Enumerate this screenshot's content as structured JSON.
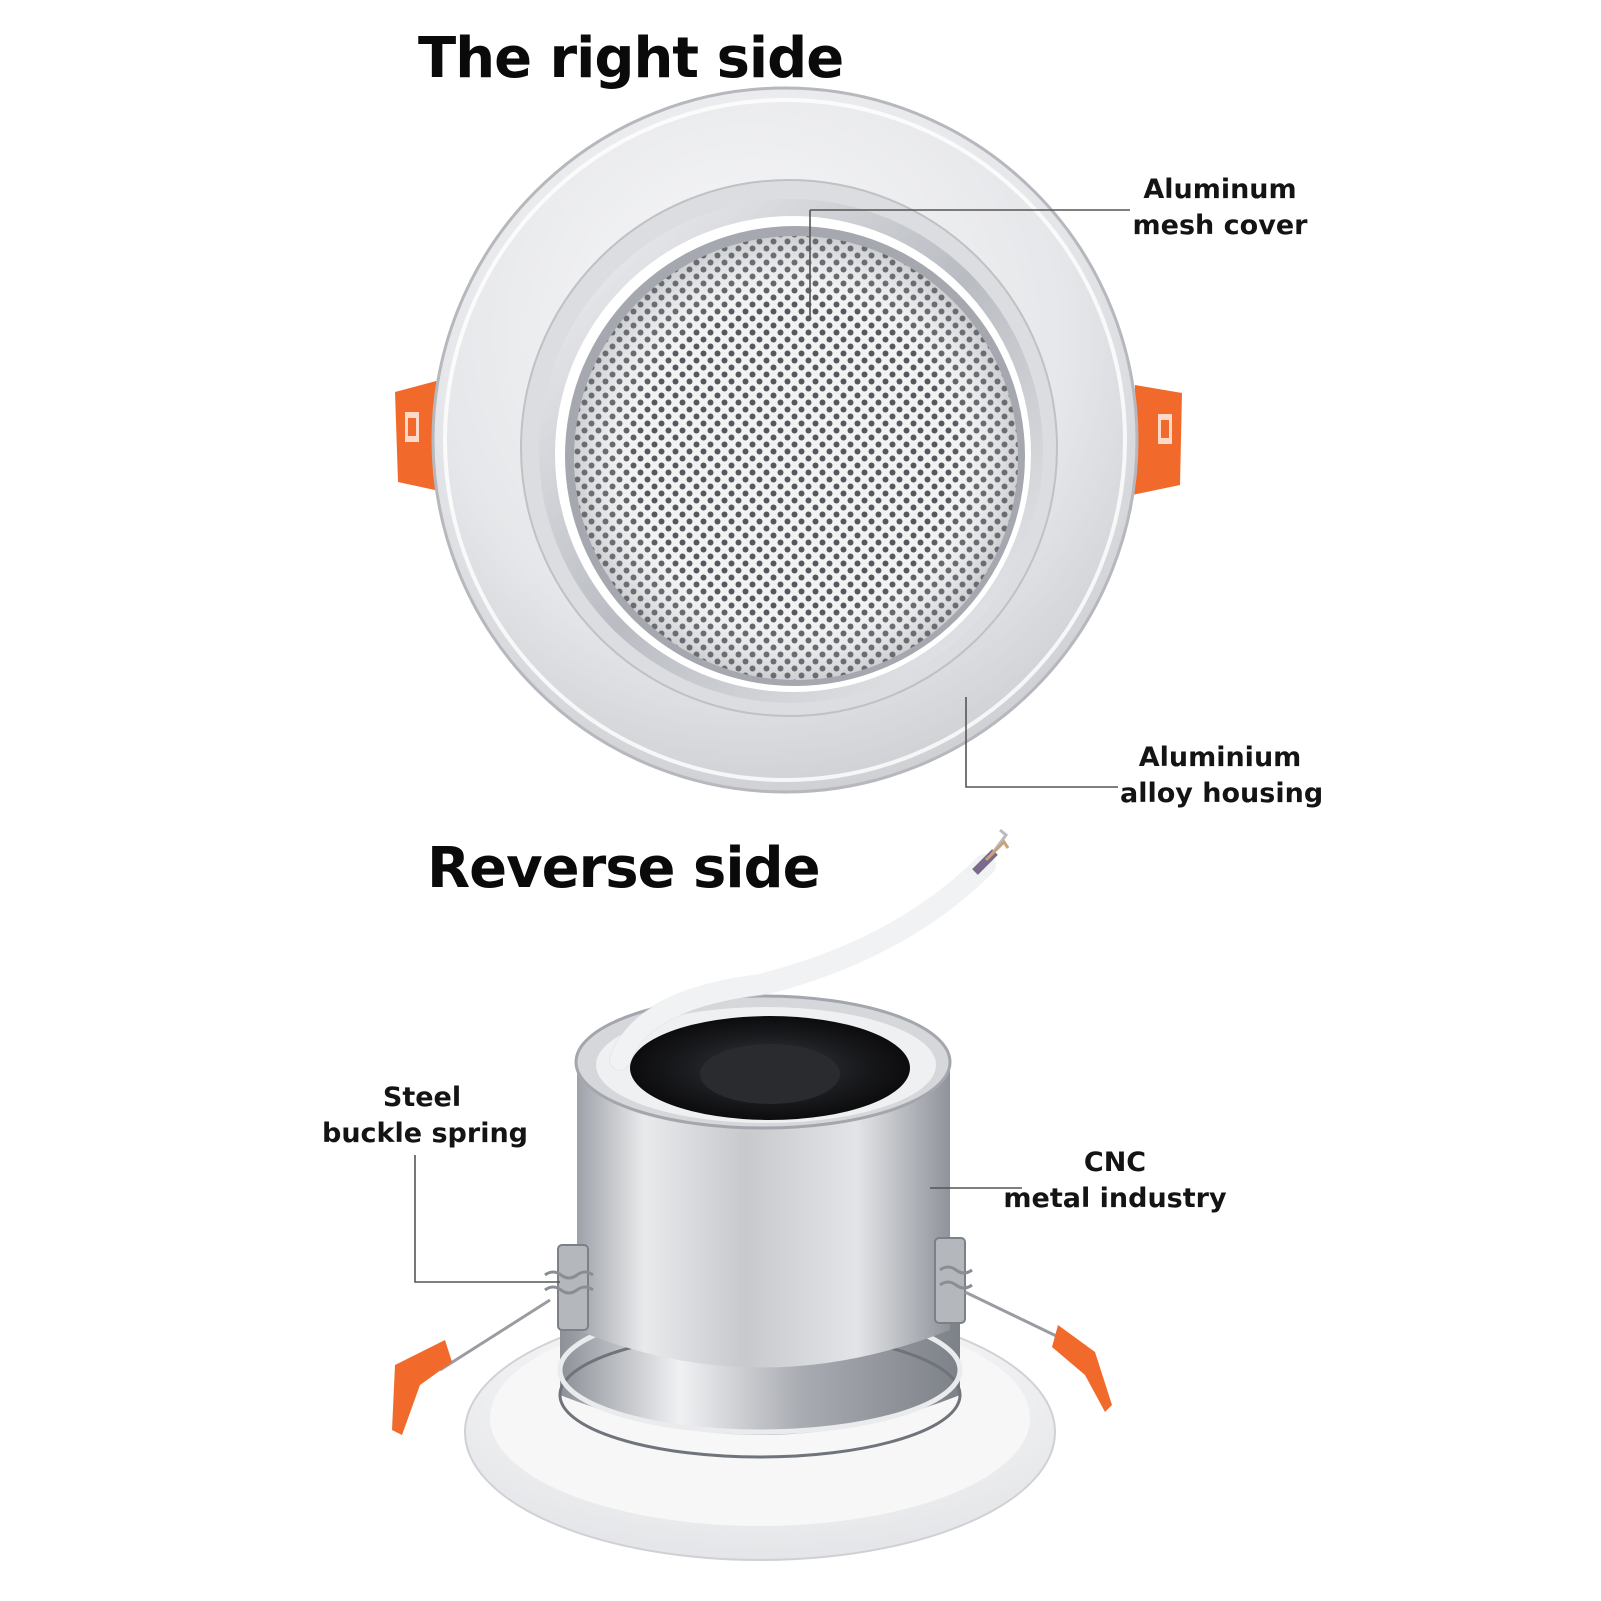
{
  "top_section": {
    "heading": "The right side",
    "callouts": {
      "mesh_cover": {
        "line1": "Aluminum",
        "line2": "mesh cover"
      },
      "housing": {
        "line1": "Aluminium",
        "line2": "alloy housing"
      }
    }
  },
  "bottom_section": {
    "heading": "Reverse side",
    "callouts": {
      "spring": {
        "line1": "Steel",
        "line2": "buckle spring"
      },
      "cnc": {
        "line1": "CNC",
        "line2": "metal industry"
      }
    }
  },
  "colors": {
    "clip_orange": "#f26a2b",
    "silver": "#d9dadd",
    "mesh_dark": "#5d6066",
    "text": "#141414"
  }
}
